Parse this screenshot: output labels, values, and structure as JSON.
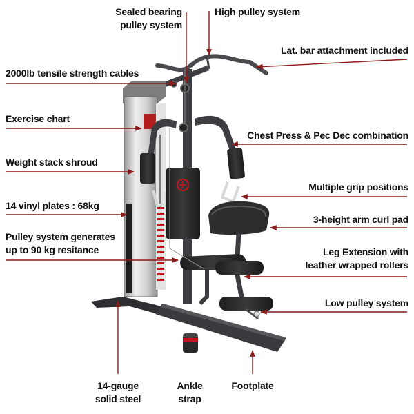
{
  "colors": {
    "line": "#8b1a1a",
    "frame": "#3e3e42",
    "pad": "#2b2b2b",
    "shroud": "#c9c9c9",
    "accent": "#c4161c"
  },
  "labels": {
    "sealed_bearing": [
      "Sealed bearing",
      "pulley system"
    ],
    "high_pulley": "High pulley system",
    "lat_bar": "Lat. bar attachment included",
    "tensile": "2000lb tensile strength cables",
    "exercise_chart": "Exercise chart",
    "chest_press": "Chest Press & Pec Dec combination",
    "shroud": "Weight  stack shroud",
    "grip": "Multiple grip positions",
    "vinyl": "14 vinyl plates : 68kg",
    "curl_pad": "3-height arm curl pad",
    "pulley_gen": [
      "Pulley system generates",
      "up to 90 kg resitance"
    ],
    "leg_ext": [
      "Leg Extension with",
      "leather wrapped rollers"
    ],
    "low_pulley": "Low pulley system",
    "gauge": [
      "14-gauge",
      "solid steel"
    ],
    "ankle": [
      "Ankle",
      "strap"
    ],
    "footplate": "Footplate"
  }
}
